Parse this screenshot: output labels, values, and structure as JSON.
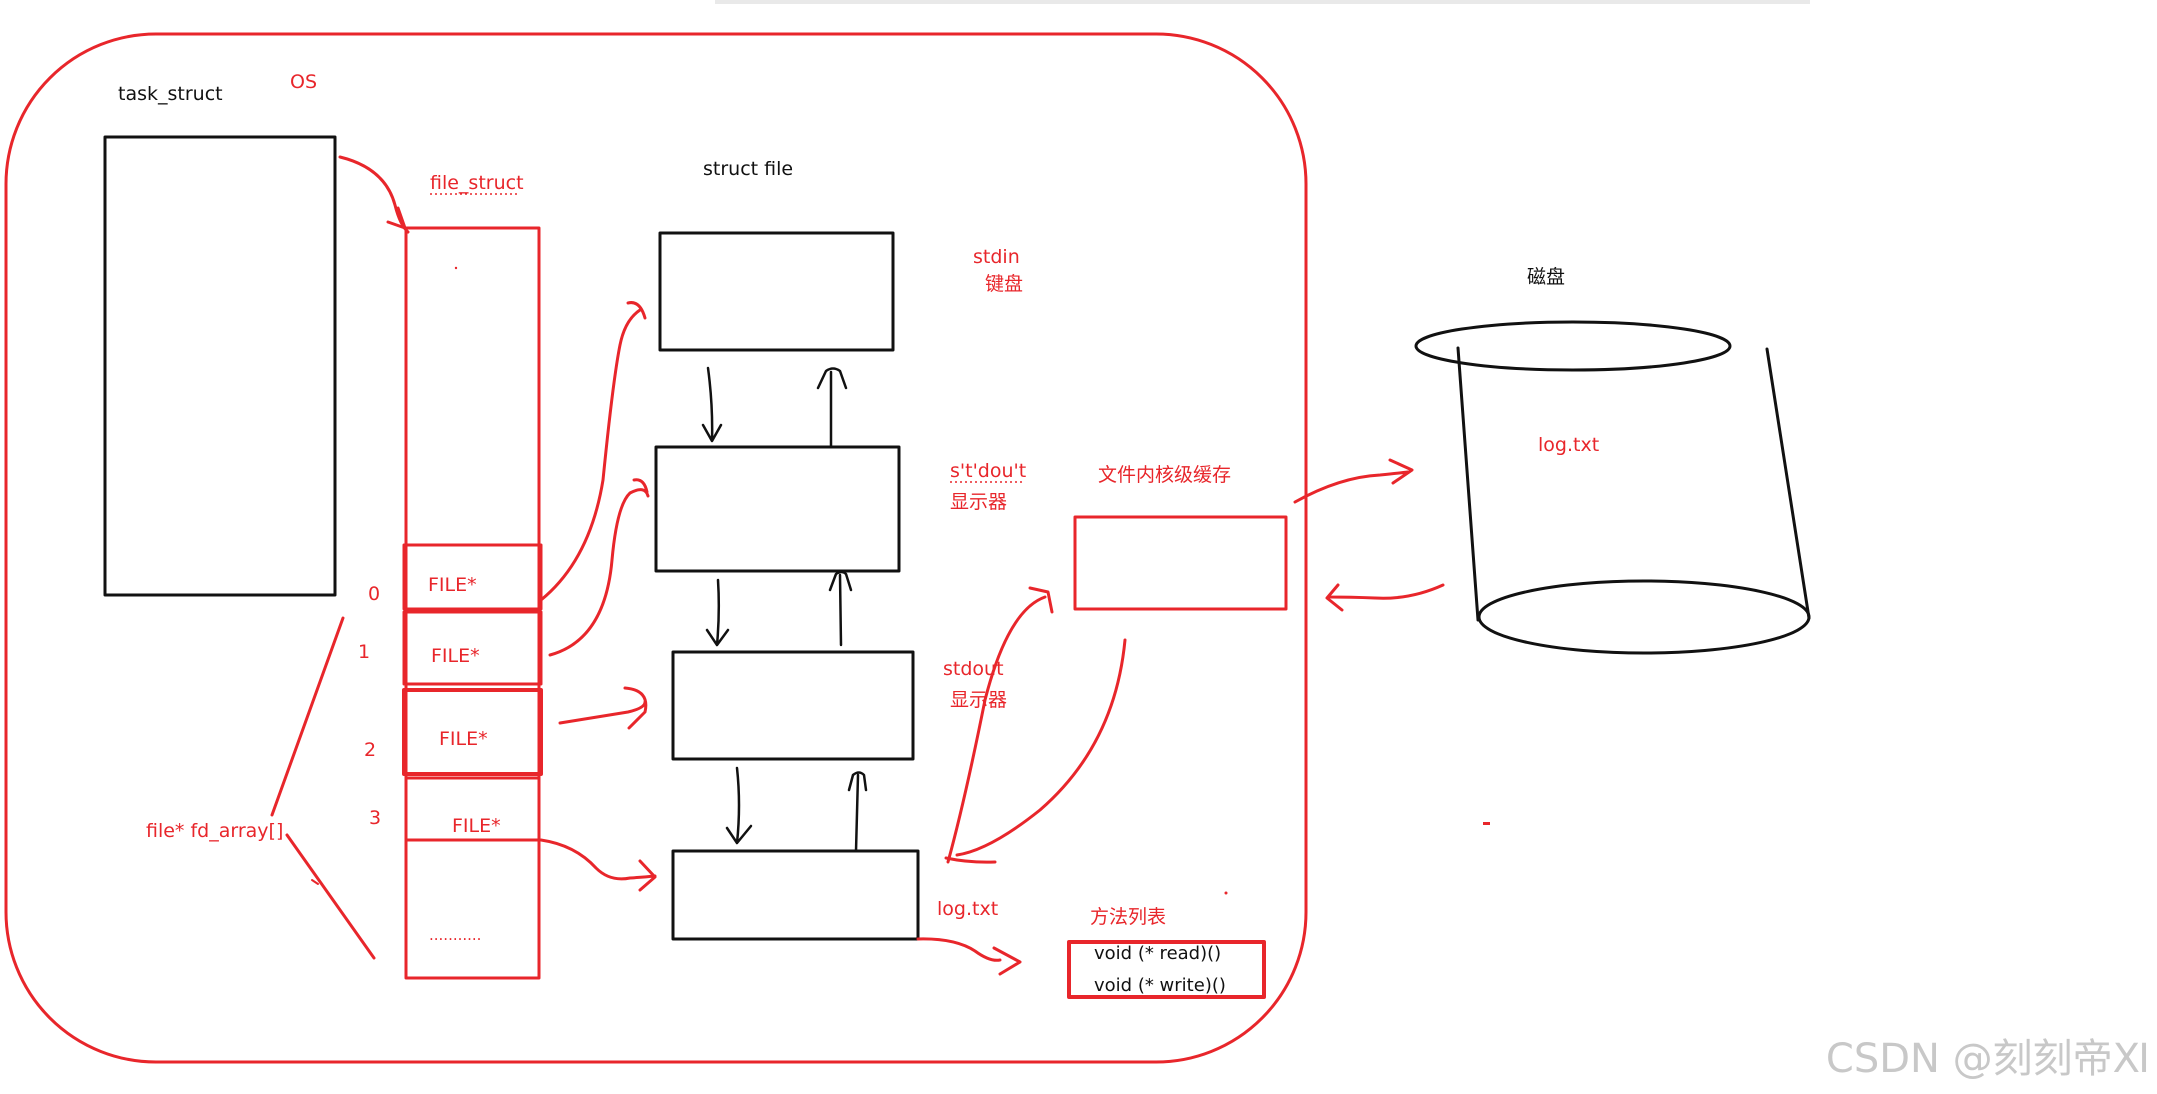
{
  "labels": {
    "os": "OS",
    "task_struct": "task_struct",
    "file_struct": "file_struct",
    "struct_file": "struct file",
    "fd_array": "file* fd_array[]",
    "fd_indices": [
      "0",
      "1",
      "2",
      "3"
    ],
    "slots": [
      "FILE*",
      "FILE*",
      "FILE*",
      "FILE*"
    ],
    "dots": "...........",
    "stdin": "stdin",
    "stdin_device": "键盘",
    "stdout_misspelled": "s't'dou't",
    "display_1": "显示器",
    "stdout": "stdout",
    "display_2": "显示器",
    "log_file": "log.txt",
    "kernel_buffer": "文件内核级缓存",
    "disk": "磁盘",
    "disk_file": "log.txt",
    "method_list": "方法列表",
    "methods": [
      "void (* read)()",
      "void (* write)()"
    ],
    "watermark": "CSDN @刻刻帝Ⅺ"
  },
  "colors": {
    "accent": "#e8262b",
    "ink": "#111111",
    "watermark": "#c8c8c8"
  }
}
